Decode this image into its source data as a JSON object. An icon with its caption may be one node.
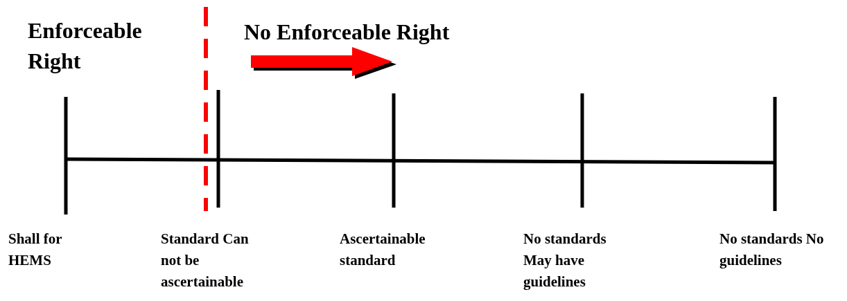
{
  "diagram": {
    "labels": [
      "Enforceable Right",
      "No Enforceable Right",
      "Shall for HEMS",
      "Standard Can not be ascertainable",
      "Ascertainable standard",
      "No standards May have guidelines",
      "No standards No guidelines"
    ]
  }
}
